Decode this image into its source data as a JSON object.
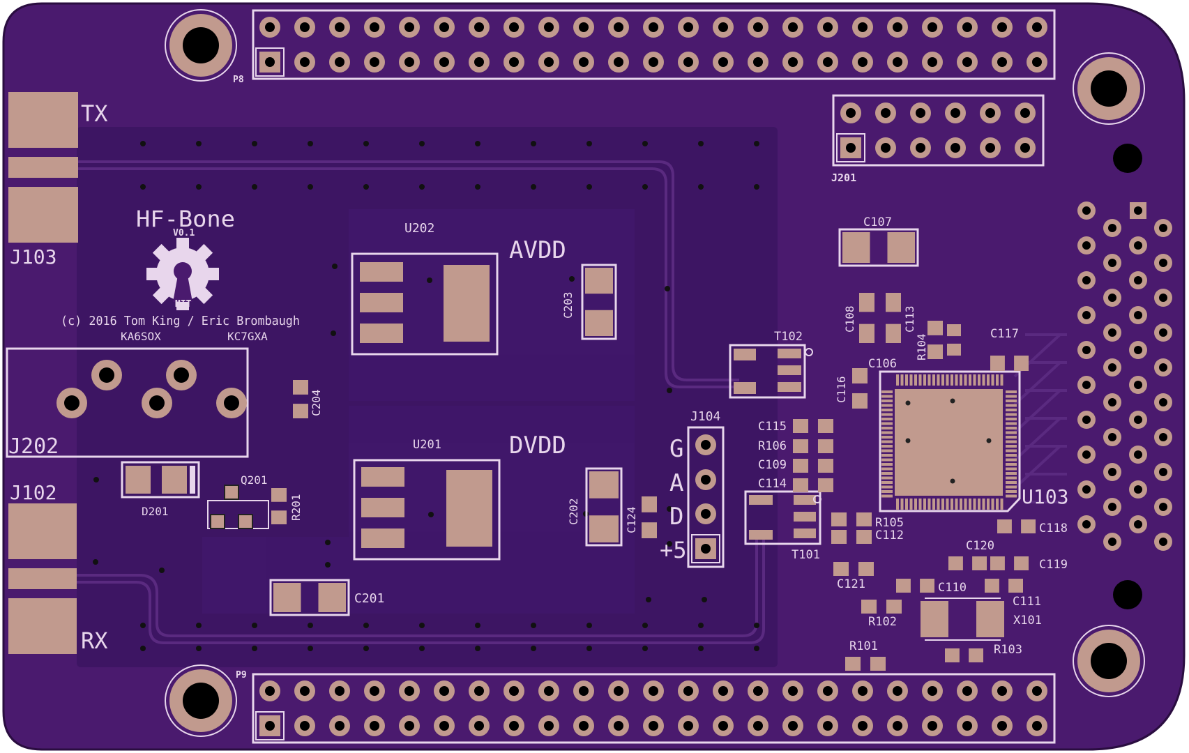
{
  "board": {
    "title": "HF-Bone",
    "version": "V0.1",
    "copyright": "(c) 2016 Tom King / Eric Brombaugh",
    "callsign_left": "KA6SOX",
    "callsign_right": "KC7GXA",
    "logo_text": "MIT",
    "colors": {
      "soldermask": "#4a1a6e",
      "pour": "#3d1563",
      "pad": "#c19a8e",
      "silkscreen": "#e8d6ec"
    }
  },
  "labels": {
    "p8": "P8",
    "p9": "P9",
    "tx": "TX",
    "rx": "RX",
    "j103": "J103",
    "j102": "J102",
    "j202": "J202",
    "j201": "J201",
    "j104": "J104",
    "u202": "U202",
    "u201": "U201",
    "u103": "U103",
    "avdd": "AVDD",
    "dvdd": "DVDD",
    "t102": "T102",
    "t101": "T101",
    "q201": "Q201",
    "d201": "D201",
    "r201": "R201",
    "c201": "C201",
    "c202": "C202",
    "c203": "C203",
    "c204": "C204",
    "c124": "C124",
    "c107": "C107",
    "c108": "C108",
    "c113": "C113",
    "c106": "C106",
    "r104": "R104",
    "c117": "C117",
    "c116": "C116",
    "c115": "C115",
    "r106": "R106",
    "c109": "C109",
    "c114": "C114",
    "r105": "R105",
    "c112": "C112",
    "c118": "C118",
    "c120": "C120",
    "c119": "C119",
    "c121": "C121",
    "c110": "C110",
    "c111": "C111",
    "r102": "R102",
    "x101": "X101",
    "r101": "R101",
    "r103": "R103",
    "pin_g": "G",
    "pin_a": "A",
    "pin_d": "D",
    "pin_5": "+5"
  }
}
